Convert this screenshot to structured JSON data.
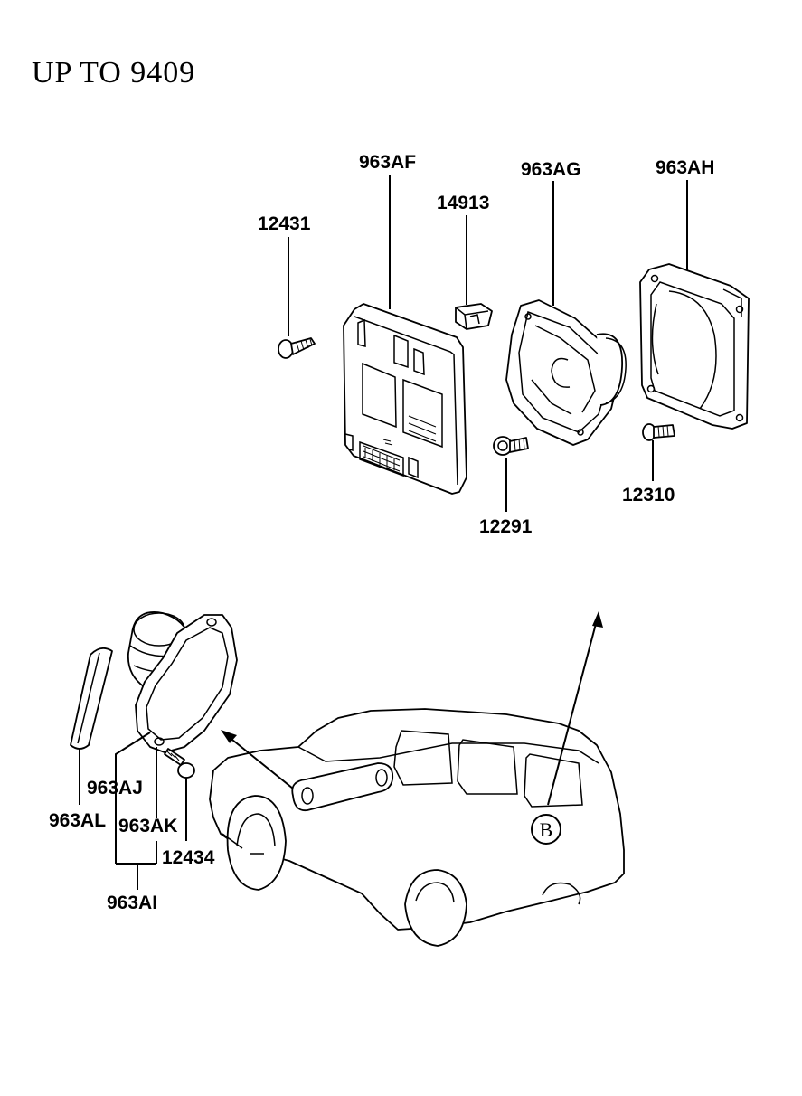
{
  "title": "UP TO 9409",
  "parts": {
    "speaker_grille": "963AF",
    "clip": "14913",
    "front_speaker": "963AG",
    "speaker_bracket": "963AH",
    "grille_screw": "12431",
    "speaker_screw": "12291",
    "bracket_screw": "12310",
    "rear_speaker_assy": "963AI",
    "rear_speaker_a": "963AJ",
    "rear_speaker_b": "963AK",
    "rear_speaker_trim": "963AL",
    "rear_speaker_screw": "12434"
  },
  "callout": "B"
}
